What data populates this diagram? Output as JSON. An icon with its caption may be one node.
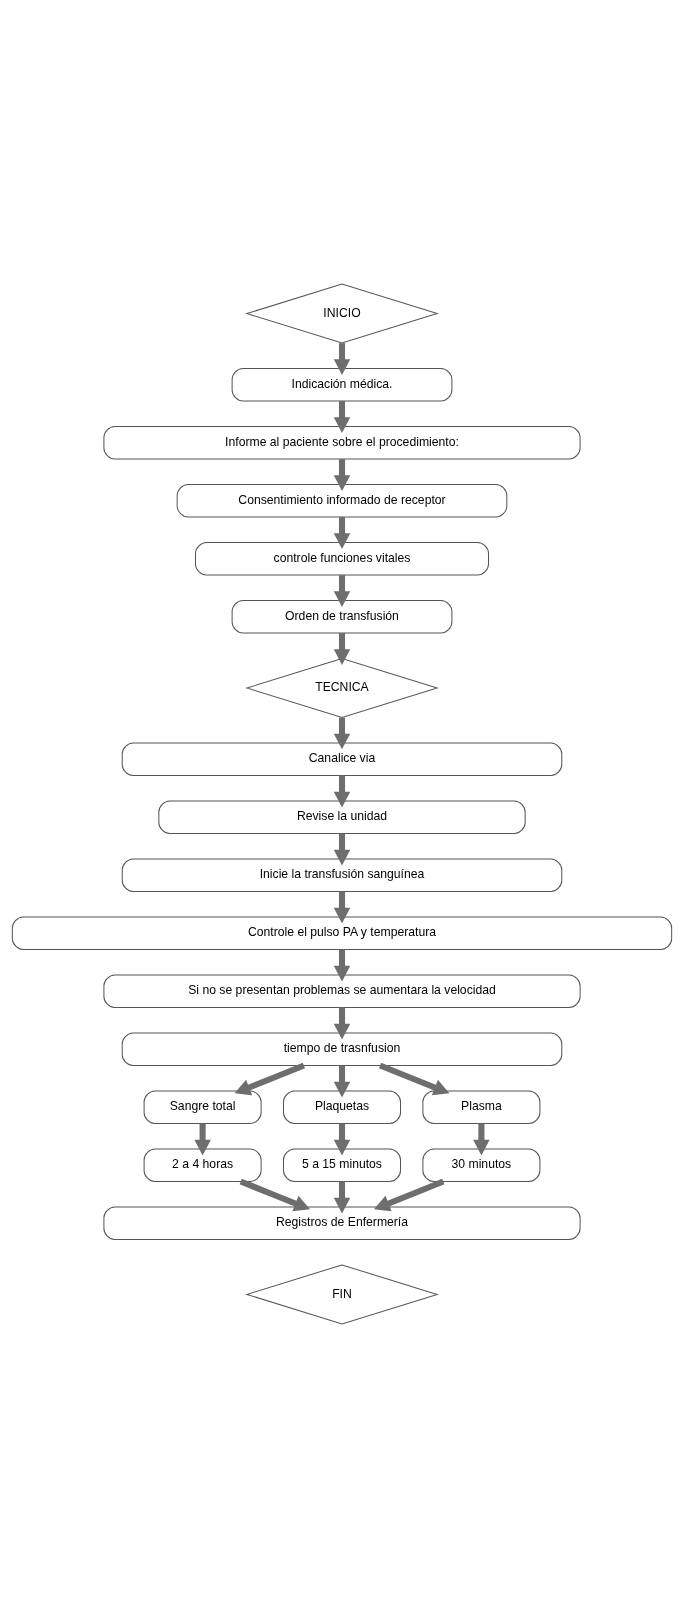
{
  "diagram": {
    "nodes": [
      {
        "text": [
          "INICIO"
        ]
      },
      {
        "text": [
          "Indicación médica."
        ]
      },
      {
        "text": [
          "Informe al paciente sobre el procedimiento:"
        ]
      },
      {
        "text": [
          "Consentimiento informado de receptor"
        ]
      },
      {
        "text": [
          "controle funciones vitales"
        ]
      },
      {
        "text": [
          "Orden de transfusión"
        ]
      },
      {
        "text": [
          "TECNICA"
        ]
      },
      {
        "text": [
          "Canalice via"
        ]
      },
      {
        "text": [
          "Revise la unidad"
        ]
      },
      {
        "text": [
          "Inicie la transfusión sanguínea"
        ]
      },
      {
        "text": [
          "Controle el pulso PA y temperatura"
        ]
      },
      {
        "text": [
          "Si no se presentan problemas se aumentara la velocidad"
        ]
      },
      {
        "text": [
          "tiempo de trasnfusion"
        ]
      },
      {
        "text": [
          "Sangre total"
        ]
      },
      {
        "text": [
          "Plaquetas"
        ]
      },
      {
        "text": [
          "Plasma"
        ]
      },
      {
        "text": [
          "2 a 4 horas"
        ]
      },
      {
        "text": [
          "5 a 15 minutos"
        ]
      },
      {
        "text": [
          "30 minutos"
        ]
      },
      {
        "text": [
          "Registros de Enfermería"
        ]
      },
      {
        "text": [
          "FIN"
        ]
      }
    ],
    "edges": [
      {
        "from": 0,
        "to": 1,
        "arrow": "to"
      },
      {
        "from": 1,
        "to": 2,
        "arrow": "to"
      },
      {
        "from": 2,
        "to": 3,
        "arrow": "to"
      },
      {
        "from": 3,
        "to": 4,
        "arrow": "to"
      },
      {
        "from": 4,
        "to": 5,
        "arrow": "to"
      },
      {
        "from": 5,
        "to": 6,
        "arrow": "to"
      },
      {
        "from": 6,
        "to": 7,
        "arrow": "to"
      },
      {
        "from": 7,
        "to": 8,
        "arrow": "to"
      },
      {
        "from": 8,
        "to": 9,
        "arrow": "to"
      },
      {
        "from": 9,
        "to": 10,
        "arrow": "to"
      },
      {
        "from": 10,
        "to": 11,
        "arrow": "to"
      },
      {
        "from": 11,
        "to": 12,
        "arrow": "to"
      },
      {
        "from": 12,
        "to": 13,
        "arrow": "to"
      },
      {
        "from": 12,
        "to": 14,
        "arrow": "to"
      },
      {
        "from": 12,
        "to": 15,
        "arrow": "to"
      },
      {
        "from": 13,
        "to": 16,
        "arrow": "to"
      },
      {
        "from": 14,
        "to": 17,
        "arrow": "to"
      },
      {
        "from": 15,
        "to": 18,
        "arrow": "to"
      },
      {
        "from": 16,
        "to": 19,
        "arrow": "to"
      },
      {
        "from": 17,
        "to": 19,
        "arrow": "to"
      },
      {
        "from": 18,
        "to": 19,
        "arrow": "to"
      }
    ]
  }
}
